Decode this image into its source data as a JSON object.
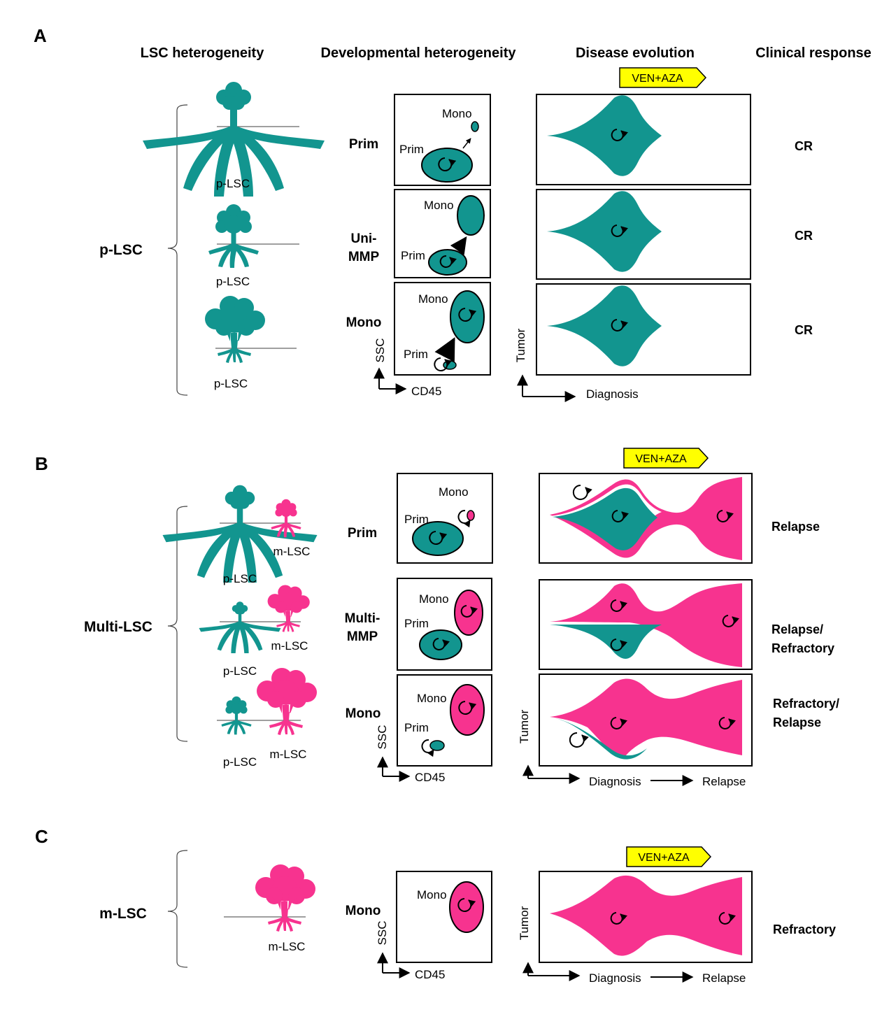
{
  "colors": {
    "teal": "#12958f",
    "pink": "#f7338f",
    "yellow": "#ffff00"
  },
  "headers": {
    "lsc": "LSC heterogeneity",
    "dev": "Developmental heterogeneity",
    "evo": "Disease evolution",
    "resp": "Clinical response"
  },
  "drug": "VEN+AZA",
  "axes": {
    "ssc": "SSC",
    "cd45": "CD45",
    "tumor": "Tumor",
    "diagnosis": "Diagnosis",
    "relapse": "Relapse"
  },
  "panels": {
    "a": {
      "letter": "A",
      "group": "p-LSC",
      "trees": [
        "p-LSC",
        "p-LSC",
        "p-LSC"
      ],
      "rows": [
        {
          "label": "Prim",
          "mono": "Mono",
          "prim": "Prim",
          "response": "CR"
        },
        {
          "label1": "Uni-",
          "label2": "MMP",
          "mono": "Mono",
          "prim": "Prim",
          "response": "CR"
        },
        {
          "label": "Mono",
          "mono": "Mono",
          "prim": "Prim",
          "response": "CR"
        }
      ]
    },
    "b": {
      "letter": "B",
      "group": "Multi-LSC",
      "trees": [
        {
          "p": "p-LSC",
          "m": "m-LSC"
        },
        {
          "p": "p-LSC",
          "m": "m-LSC"
        },
        {
          "p": "p-LSC",
          "m": "m-LSC"
        }
      ],
      "rows": [
        {
          "label": "Prim",
          "mono": "Mono",
          "prim": "Prim",
          "response": "Relapse"
        },
        {
          "label1": "Multi-",
          "label2": "MMP",
          "mono": "Mono",
          "prim": "Prim",
          "response1": "Relapse/",
          "response2": "Refractory"
        },
        {
          "label": "Mono",
          "mono": "Mono",
          "prim": "Prim",
          "response1": "Refractory/",
          "response2": "Relapse"
        }
      ]
    },
    "c": {
      "letter": "C",
      "group": "m-LSC",
      "tree": "m-LSC",
      "row": {
        "label": "Mono",
        "mono": "Mono",
        "response": "Refractory"
      }
    }
  }
}
